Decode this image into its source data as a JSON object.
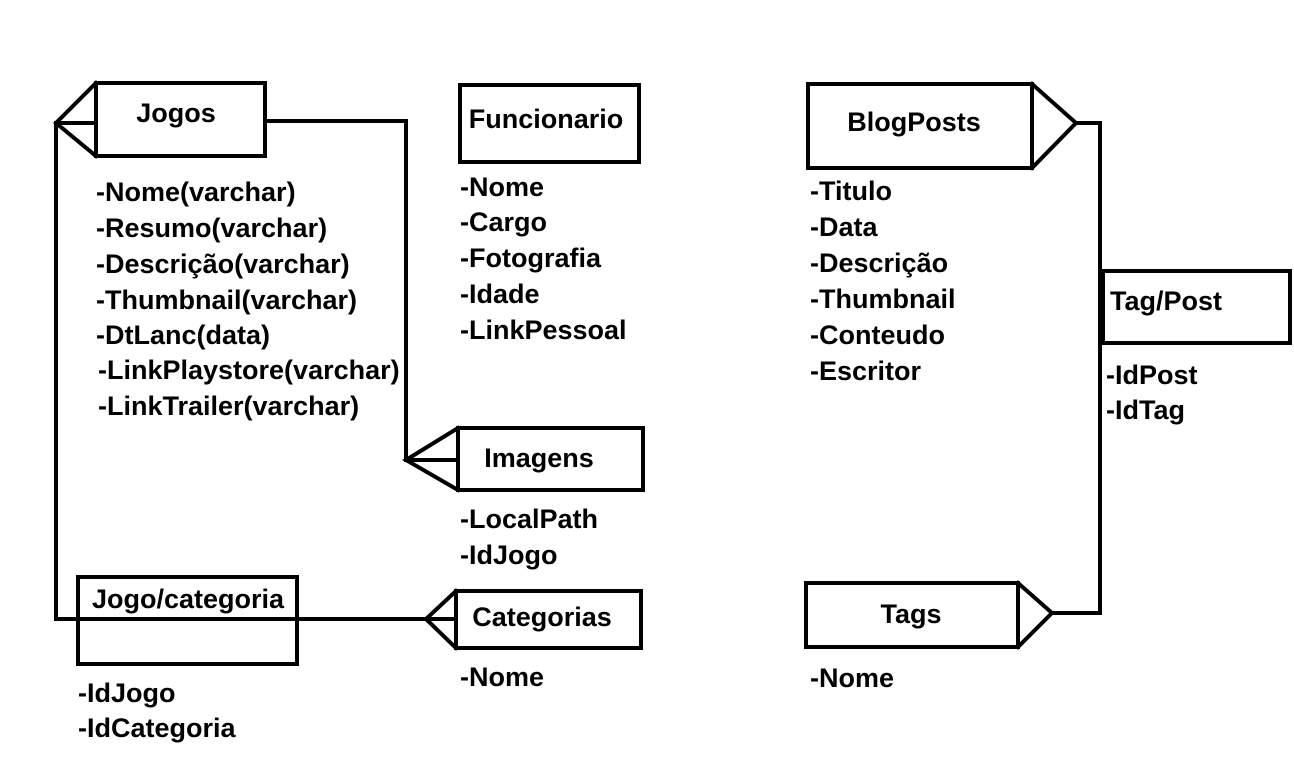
{
  "entities": {
    "jogos": {
      "title": "Jogos",
      "attributes": [
        "-Nome(varchar)",
        "-Resumo(varchar)",
        "-Descrição(varchar)",
        "-Thumbnail(varchar)",
        "-DtLanc(data)",
        "-LinkPlaystore(varchar)",
        "-LinkTrailer(varchar)"
      ]
    },
    "funcionario": {
      "title": "Funcionario",
      "attributes": [
        "-Nome",
        "-Cargo",
        "-Fotografia",
        "-Idade",
        "-LinkPessoal"
      ]
    },
    "imagens": {
      "title": "Imagens",
      "attributes": [
        "-LocalPath",
        "-IdJogo"
      ]
    },
    "jogo_categoria": {
      "title": "Jogo/categoria",
      "attributes": [
        "-IdJogo",
        "-IdCategoria"
      ]
    },
    "categorias": {
      "title": "Categorias",
      "attributes": [
        "-Nome"
      ]
    },
    "blogposts": {
      "title": "BlogPosts",
      "attributes": [
        "-Titulo",
        "-Data",
        "-Descrição",
        "-Thumbnail",
        "-Conteudo",
        "-Escritor"
      ]
    },
    "tag_post": {
      "title": "Tag/Post",
      "attributes": [
        "-IdPost",
        "-IdTag"
      ]
    },
    "tags": {
      "title": "Tags",
      "attributes": [
        "-Nome"
      ]
    }
  }
}
